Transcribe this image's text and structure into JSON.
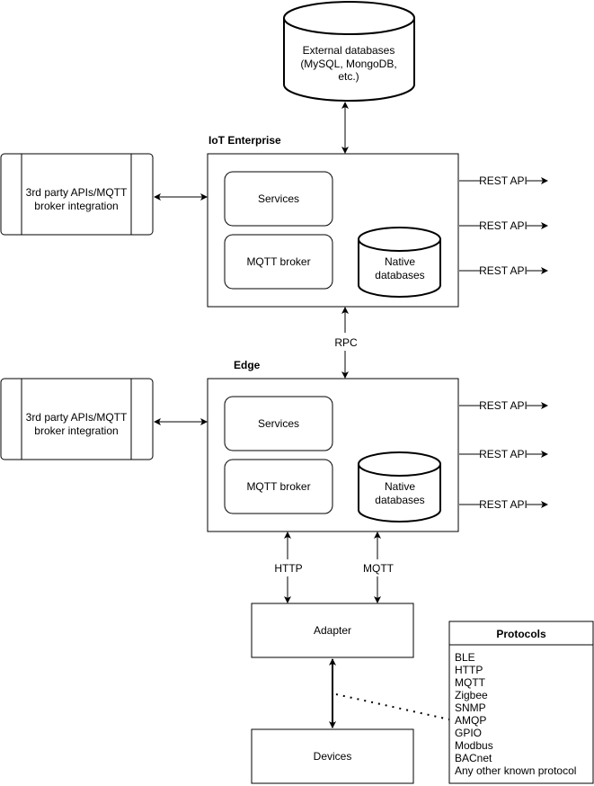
{
  "external_db": {
    "lines": [
      "External databases",
      "(MySQL, MongoDB,",
      "etc.)"
    ]
  },
  "enterprise": {
    "title": "IoT Enterprise",
    "services": "Services",
    "mqtt": "MQTT broker",
    "native_db": [
      "Native",
      "databases"
    ],
    "third_party": [
      "3rd party APIs/MQTT",
      "broker integration"
    ],
    "rest": [
      "REST API",
      "REST API",
      "REST API"
    ]
  },
  "rpc": "RPC",
  "edge": {
    "title": "Edge",
    "services": "Services",
    "mqtt": "MQTT broker",
    "native_db": [
      "Native",
      "databases"
    ],
    "third_party": [
      "3rd party APIs/MQTT",
      "broker integration"
    ],
    "rest": [
      "REST API",
      "REST API",
      "REST API"
    ]
  },
  "links": {
    "http": "HTTP",
    "mqtt": "MQTT"
  },
  "adapter": "Adapter",
  "devices": "Devices",
  "protocols": {
    "title": "Protocols",
    "items": [
      "BLE",
      "HTTP",
      "MQTT",
      "Zigbee",
      "SNMP",
      "AMQP",
      "GPIO",
      "Modbus",
      "BACnet",
      "Any other known protocol"
    ]
  }
}
